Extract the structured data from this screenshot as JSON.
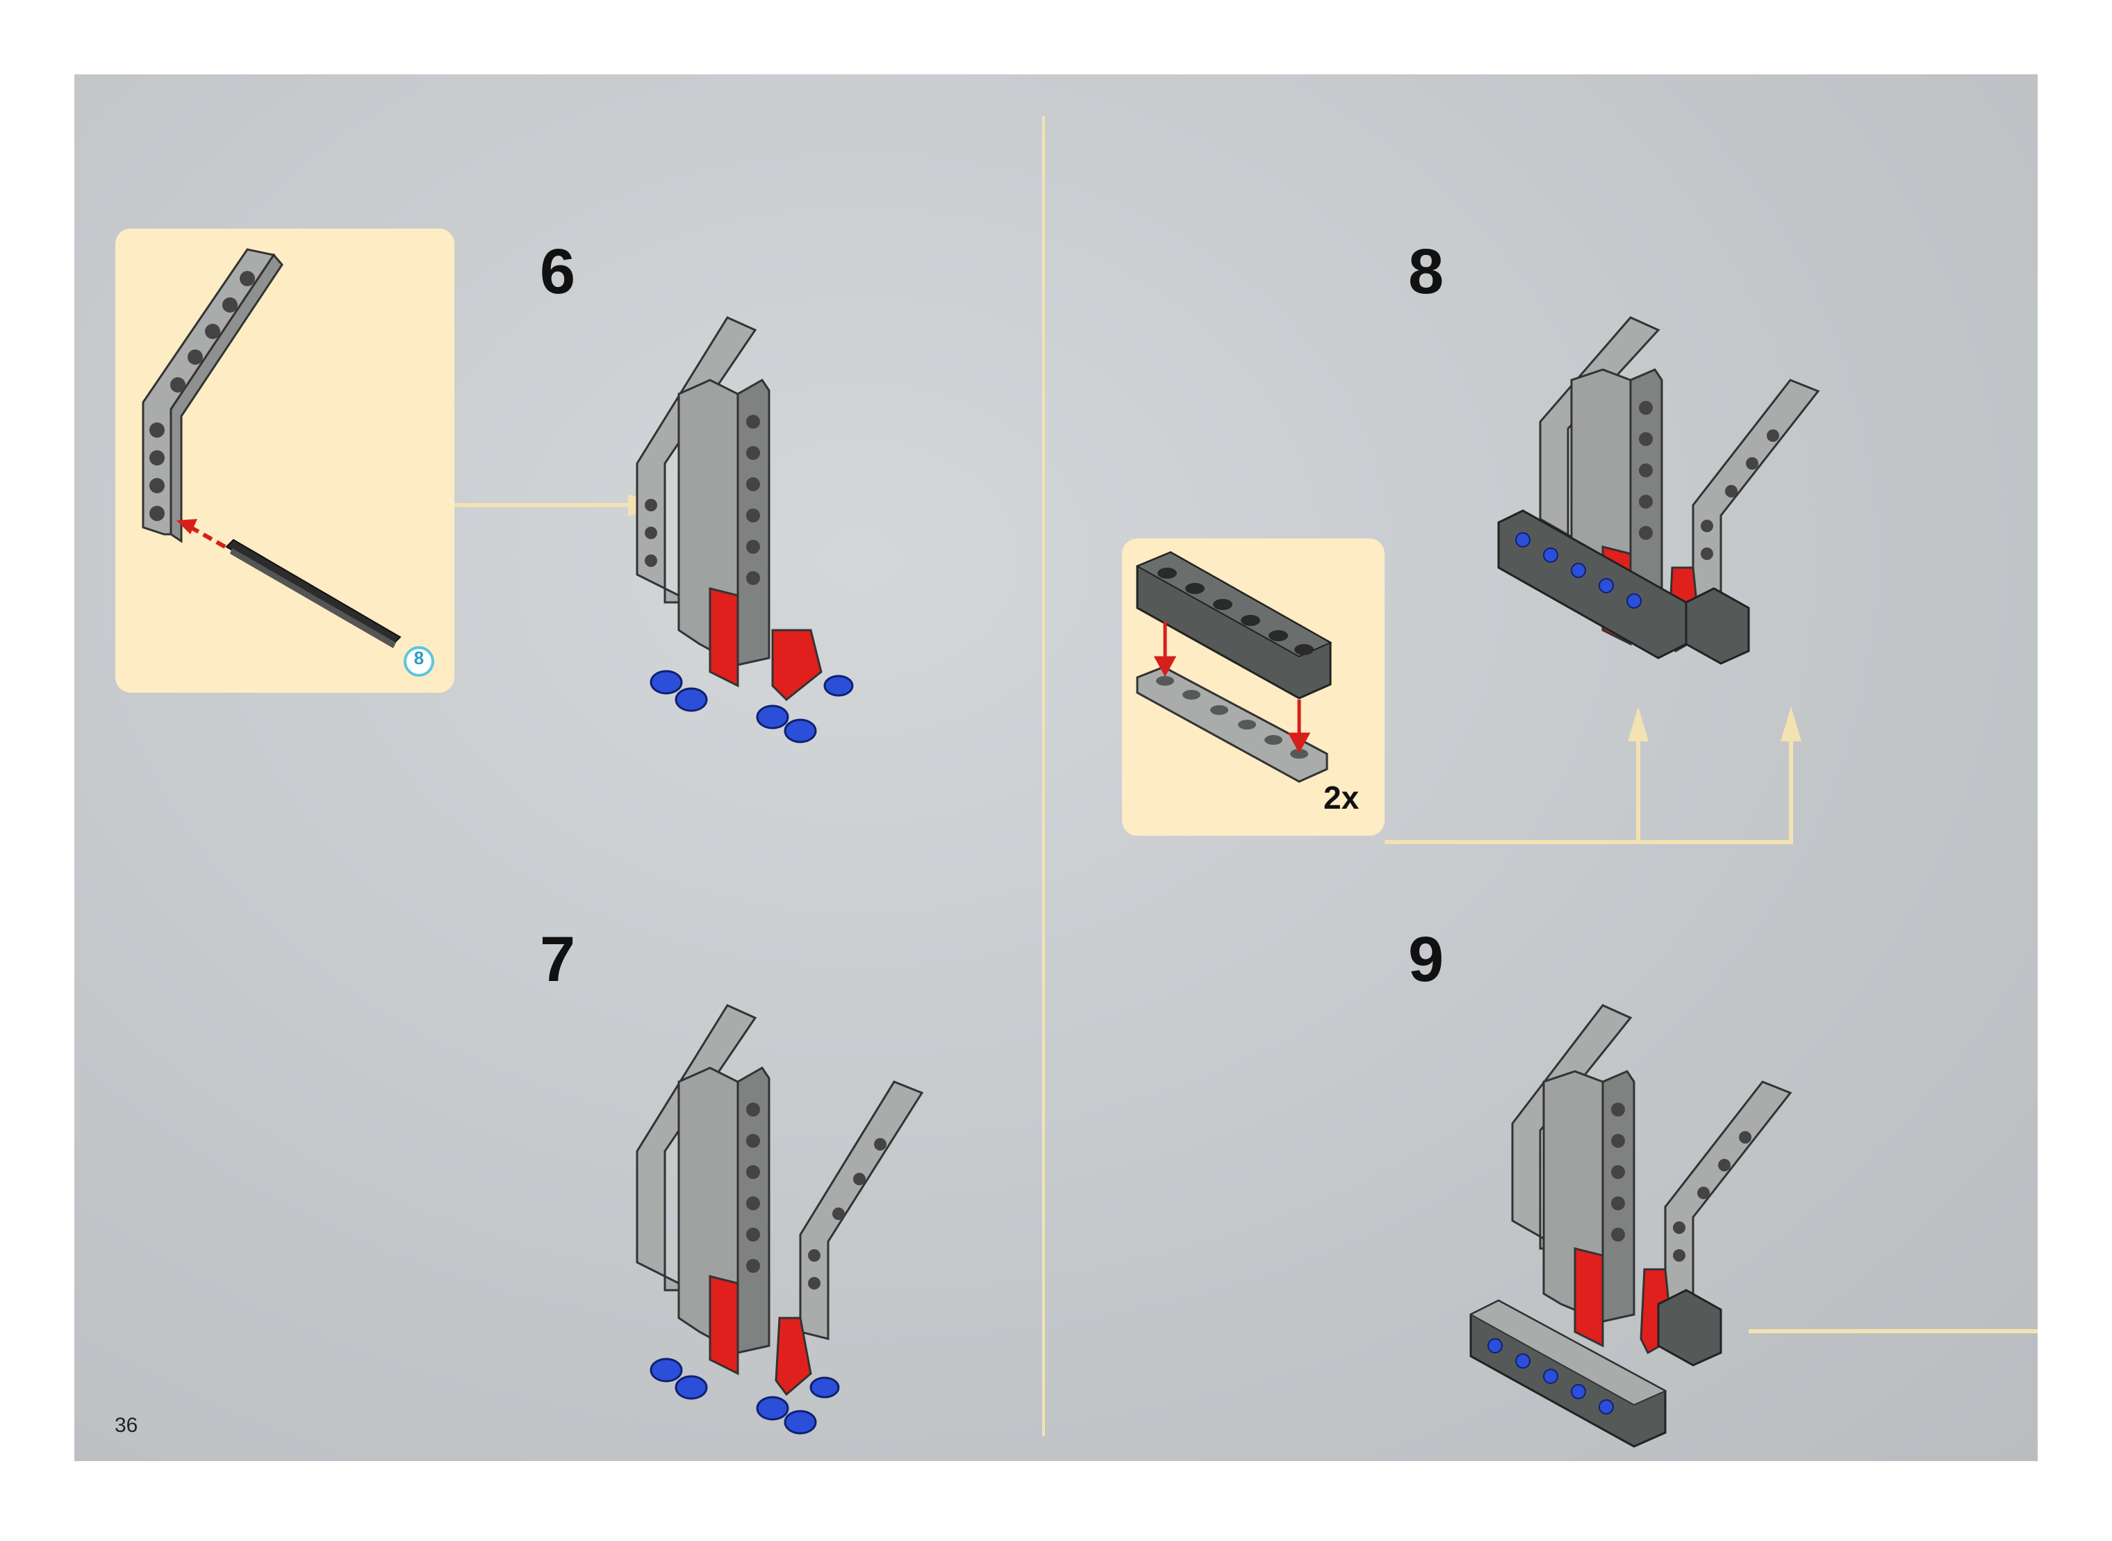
{
  "page_number": "36",
  "steps": [
    {
      "number": "6"
    },
    {
      "number": "7"
    },
    {
      "number": "8"
    },
    {
      "number": "9"
    }
  ],
  "callouts": {
    "step6": {
      "part_length": "8",
      "parts": [
        "bent-liftarm",
        "axle"
      ]
    },
    "step8": {
      "quantity": "2x",
      "parts": [
        "technic-brick-1x6",
        "plate-1x6"
      ]
    }
  },
  "colors": {
    "page_background": "#c8cccf",
    "callout_background": "#fdecc4",
    "guide_line": "#f3e2b2",
    "light_gray_part": "#a9acab",
    "dark_gray_part": "#555a59",
    "red_part": "#e0201c",
    "blue_part": "#2b4fd8",
    "arrow_red": "#d6201a"
  }
}
